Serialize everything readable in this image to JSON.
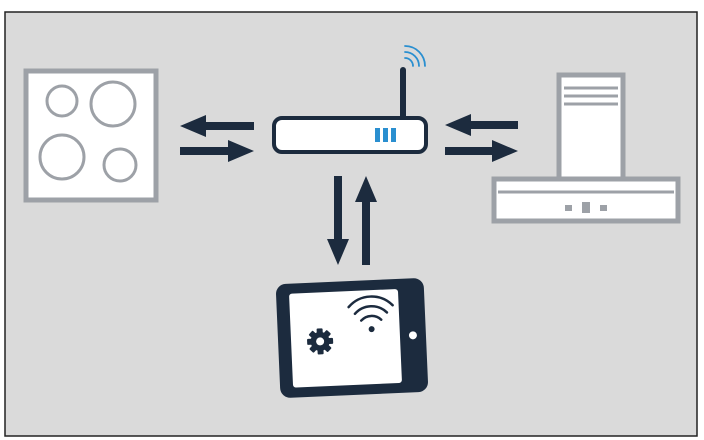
{
  "diagram": {
    "nodes": [
      {
        "id": "cooktop",
        "icon": "induction-hob-icon"
      },
      {
        "id": "router",
        "icon": "wifi-router-icon"
      },
      {
        "id": "hood",
        "icon": "extractor-hood-icon"
      },
      {
        "id": "tablet",
        "icon": "tablet-app-icon"
      }
    ],
    "connections": [
      {
        "from": "router",
        "to": "cooktop",
        "direction": "bidirectional"
      },
      {
        "from": "router",
        "to": "hood",
        "direction": "bidirectional"
      },
      {
        "from": "router",
        "to": "tablet",
        "direction": "bidirectional"
      }
    ]
  },
  "colors": {
    "background": "#dadada",
    "border": "#222222",
    "device_outline": "#1c2b3e",
    "appliance_gray": "#9da1a7",
    "accent_blue": "#2a8fd0",
    "screen_white": "#ffffff"
  }
}
